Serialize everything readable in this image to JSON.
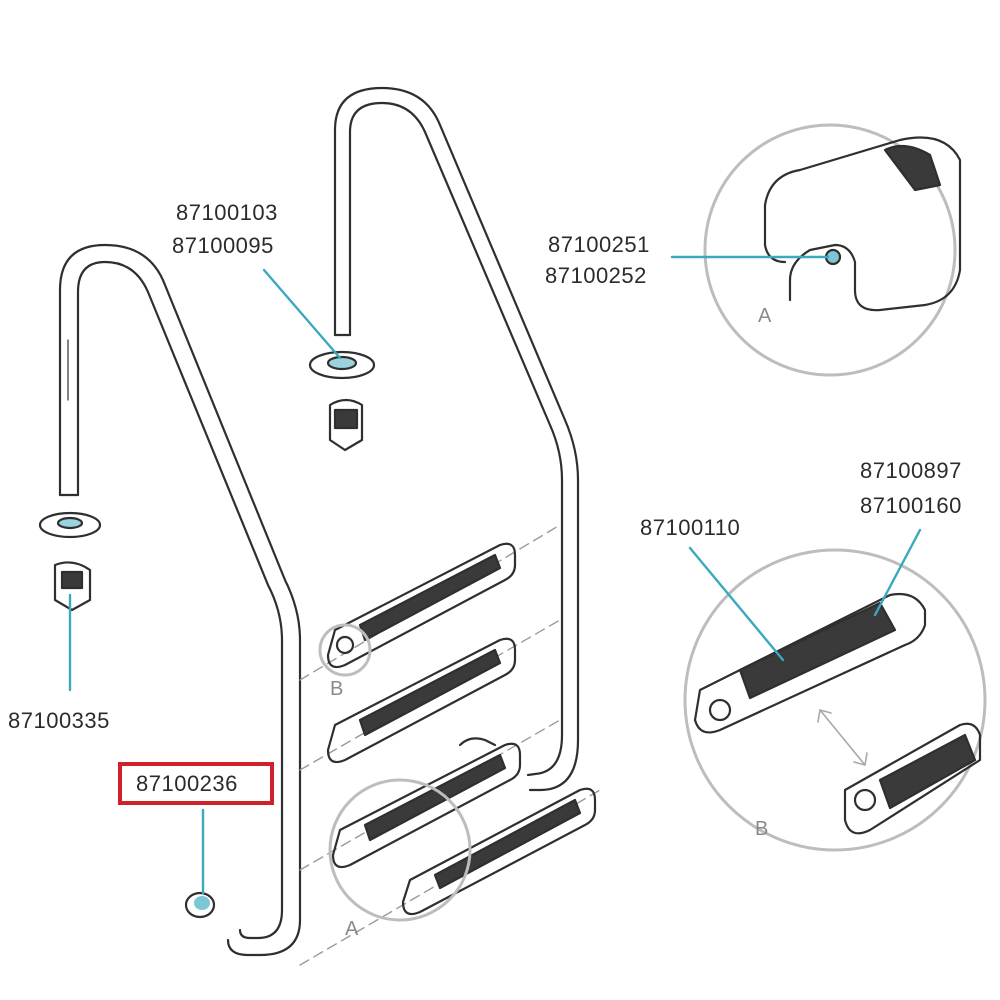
{
  "colors": {
    "outline": "#2f2f2f",
    "leader": "#3aa9c0",
    "highlight": "#d0202a",
    "tread_fill": "#3a3a3a",
    "detail_circle": "#bdbdbd"
  },
  "labels": {
    "top_anchor_a": "87100103",
    "top_anchor_b": "87100095",
    "left_anchor": "87100335",
    "end_cap_highlighted": "87100236",
    "screw_a": "87100251",
    "screw_b": "87100252",
    "tread": "87100110",
    "tread_insert_a": "87100897",
    "tread_insert_b": "87100160"
  },
  "detail_markers": {
    "a_callout": "A",
    "b_callout": "B",
    "a_small": "A",
    "b_small": "B"
  },
  "highlighted_part": "87100236"
}
